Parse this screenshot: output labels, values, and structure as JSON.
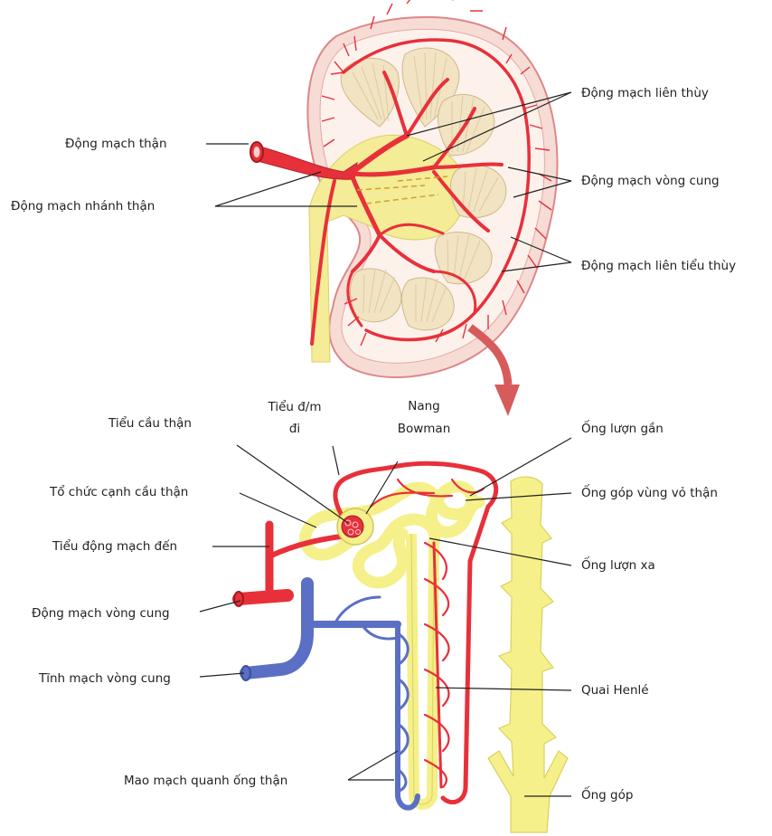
{
  "labels": {
    "renal_artery": "Động mạch thận",
    "segmental_artery": "Động mạch nhánh thận",
    "interlobar_artery": "Động mạch liên thùy",
    "arcuate_artery_top": "Động mạch vòng cung",
    "interlobular_artery": "Động mạch liên tiểu thùy",
    "efferent_arteriole_l1": "Tiểu đ/m",
    "efferent_arteriole_l2": "đi",
    "bowman_l1": "Nang",
    "bowman_l2": "Bowman",
    "glomerulus": "Tiểu cầu thận",
    "jga": "Tổ chức cạnh cầu thận",
    "afferent_arteriole": "Tiểu động mạch đến",
    "arcuate_artery_bottom": "Động mạch vòng cung",
    "arcuate_vein": "Tĩnh mạch vòng cung",
    "peritubular_capillaries": "Mao mạch quanh ống thận",
    "proximal_tubule": "Ống lượn gần",
    "cortical_collecting_duct": "Ống góp vùng vỏ thận",
    "distal_tubule": "Ống lượn xa",
    "loop_of_henle": "Quai Henlé",
    "collecting_duct": "Ống góp"
  },
  "colors": {
    "artery": "#e8303a",
    "vein": "#5b6fc4",
    "tubule": "#f5f08a",
    "cortex": "#fbe8e0",
    "pyramid": "#f2e3c2"
  }
}
